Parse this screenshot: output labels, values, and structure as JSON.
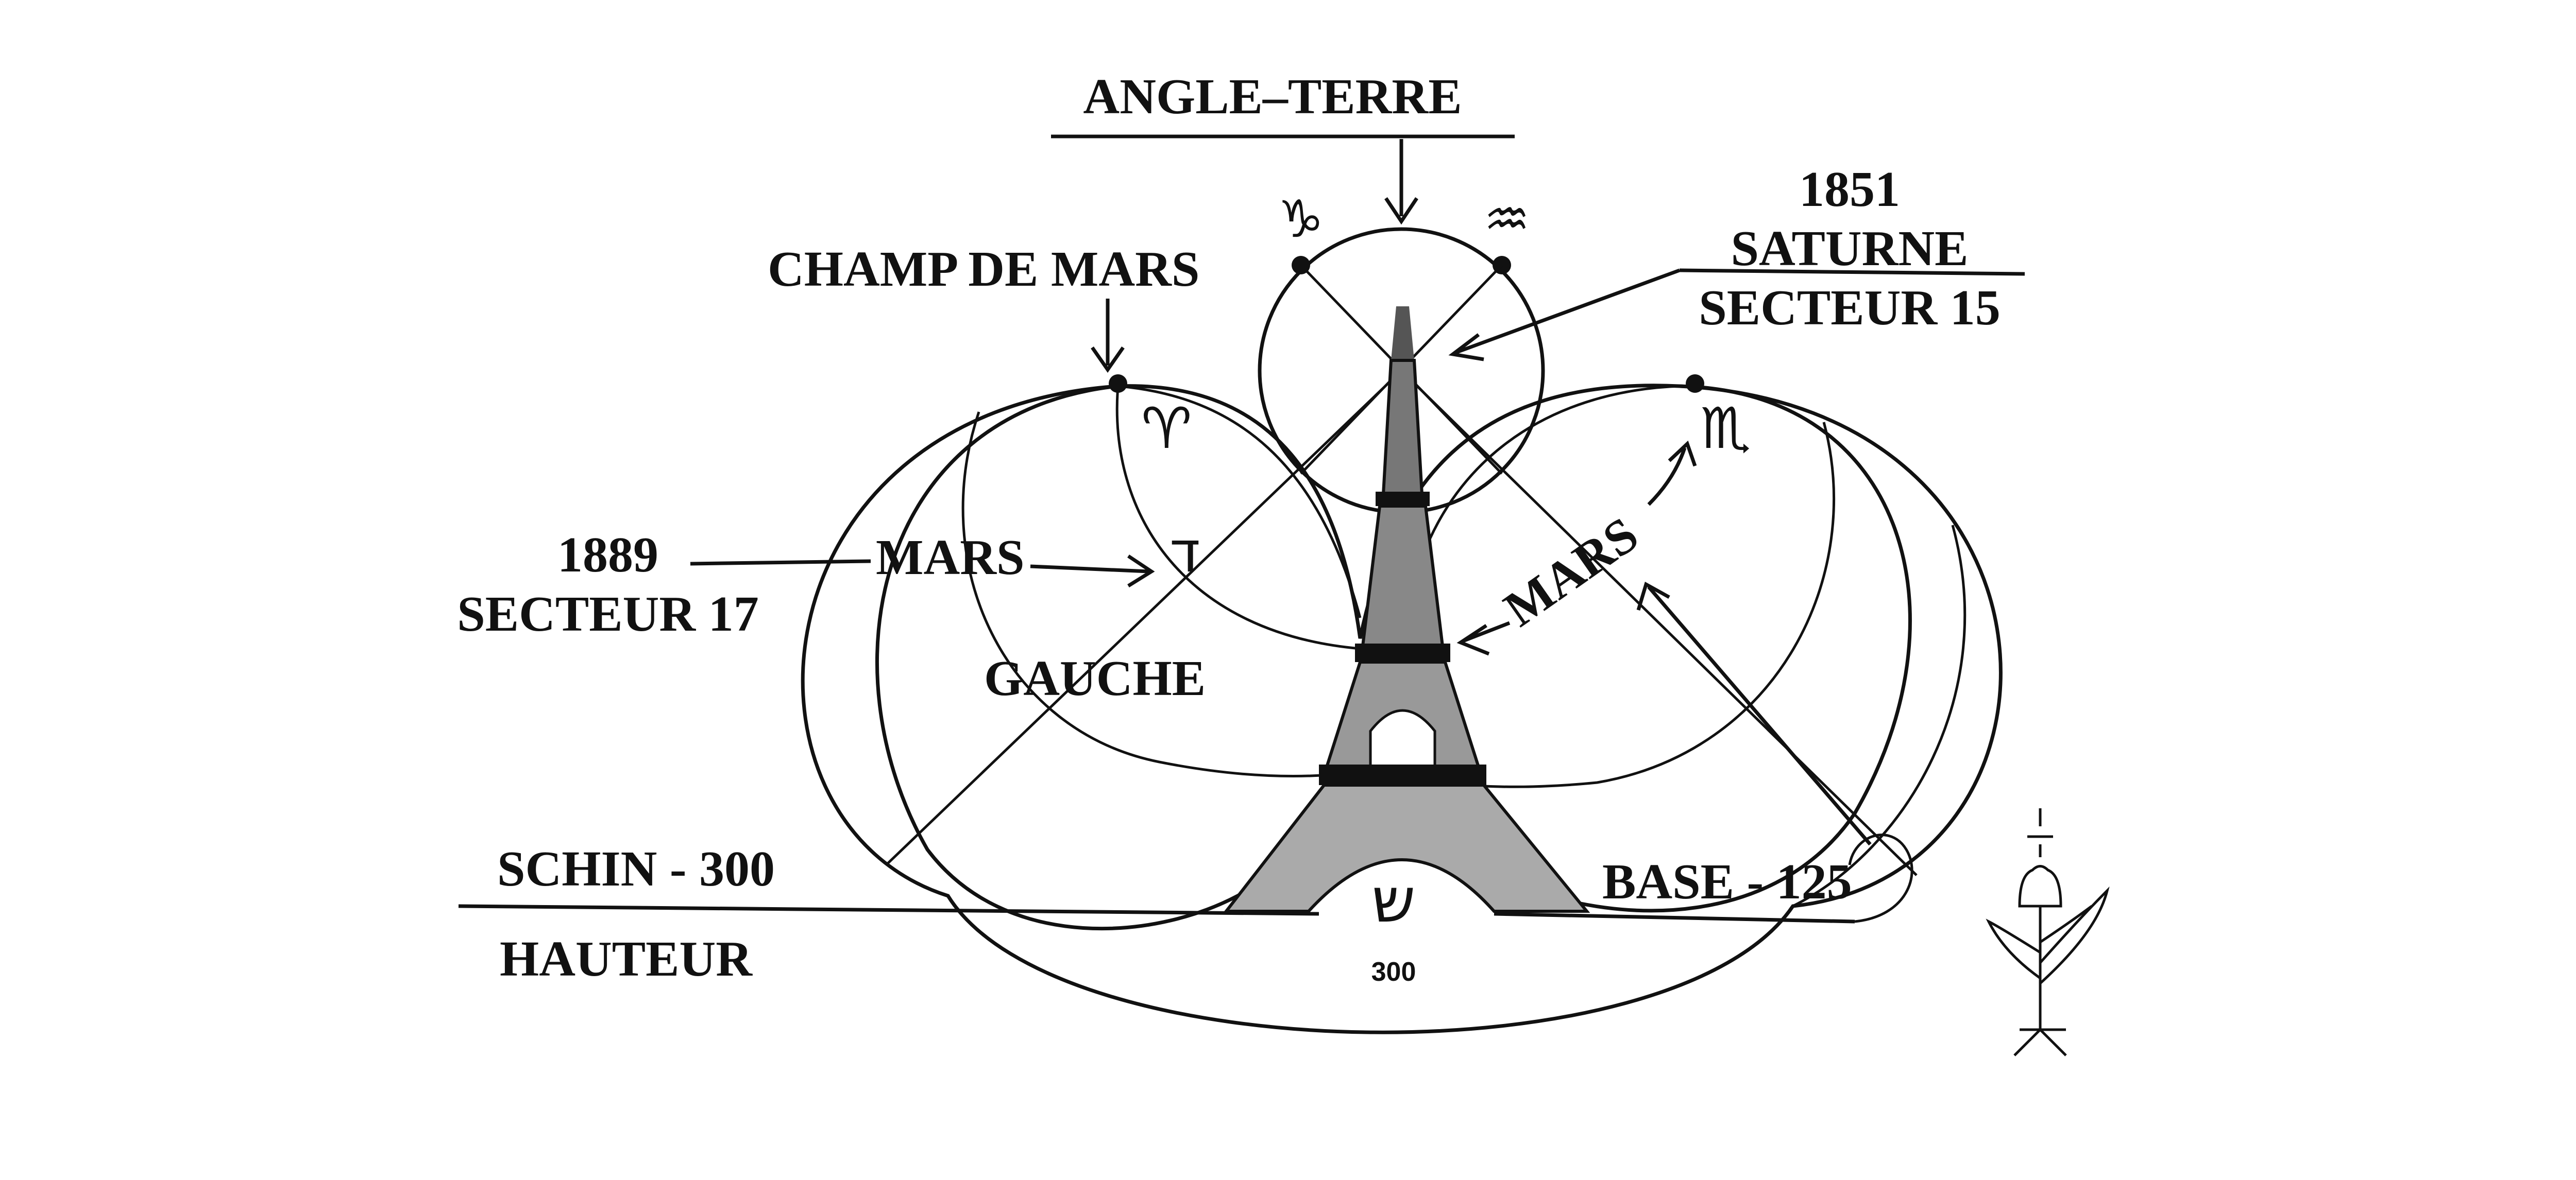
{
  "labels": {
    "angle_terre": "ANGLE–TERRE",
    "year_1851": "1851",
    "saturne": "SATURNE",
    "secteur_15": "SECTEUR 15",
    "champ_de_mars": "CHAMP DE MARS",
    "year_1889": "1889",
    "secteur_17": "SECTEUR 17",
    "mars_left": "MARS",
    "mars_right": "MARS",
    "gauche": "GAUCHE",
    "schin": "SCHIN - 300",
    "hauteur": "HAUTEUR",
    "base": "BASE - 125",
    "base_number": "300"
  },
  "glyphs": {
    "capricorn": "♑",
    "aquarius": "♒",
    "aries": "♈",
    "scorpio": "♏",
    "dalet": "ד",
    "shin": "ש"
  },
  "icons": {
    "tower": "eiffel-tower-icon",
    "figure": "plant-figure-icon"
  },
  "colors": {
    "ink": "#111111",
    "paper": "#ffffff"
  }
}
